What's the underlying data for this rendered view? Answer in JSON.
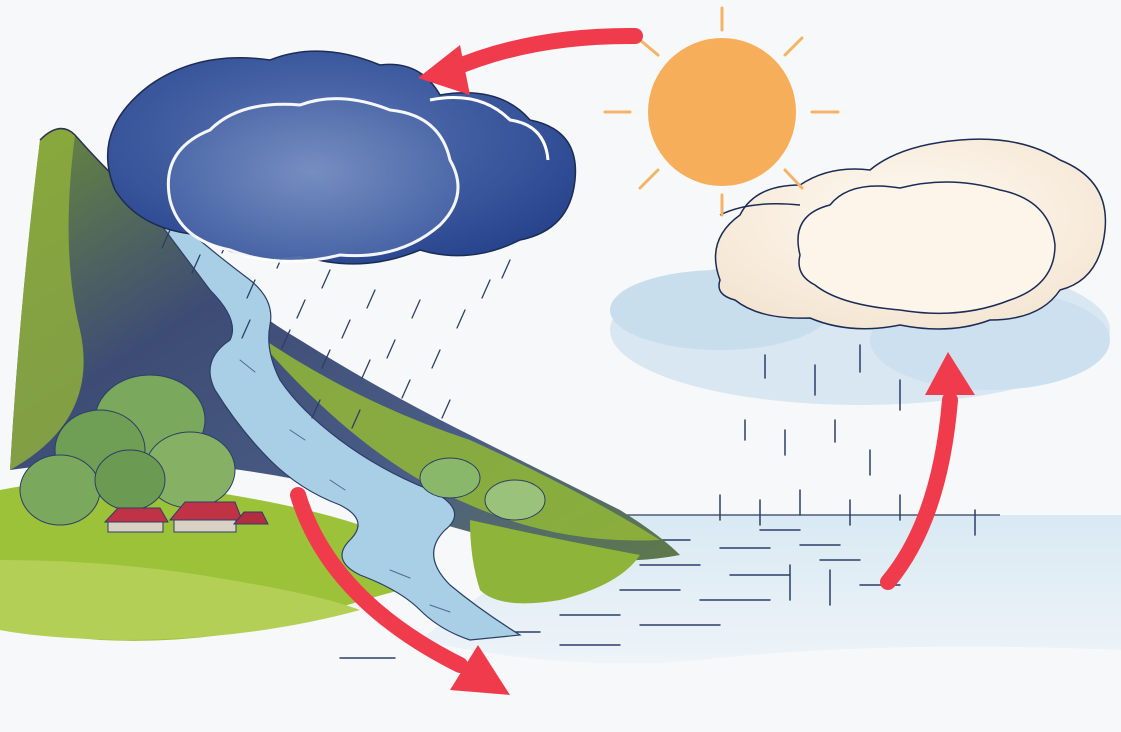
{
  "diagram": {
    "type": "water-cycle-illustration",
    "stages": [
      "sun",
      "evaporation",
      "condensation",
      "precipitation",
      "runoff"
    ],
    "colors": {
      "paper": "#f7f8f9",
      "sun": "#f6ae5a",
      "sun_rays": "#f3b468",
      "rain_cloud_dark": "#2d4a8f",
      "rain_cloud_mid": "#4a66a8",
      "white_cloud": "#fbf2e6",
      "mountain_dark": "#3d4c75",
      "mountain_green": "#8fb43a",
      "meadow": "#9cc23a",
      "tree": "#6f9f55",
      "house_roof": "#c03346",
      "river": "#a9cfe6",
      "sea": "#cfe3ef",
      "arrow": "#ef3b4c"
    },
    "icons": [
      "sun-icon",
      "rain-cloud-icon",
      "white-cloud-icon",
      "mountain-icon",
      "river-icon",
      "sea-icon",
      "house-icon",
      "tree-icon",
      "arrow-icon"
    ]
  }
}
